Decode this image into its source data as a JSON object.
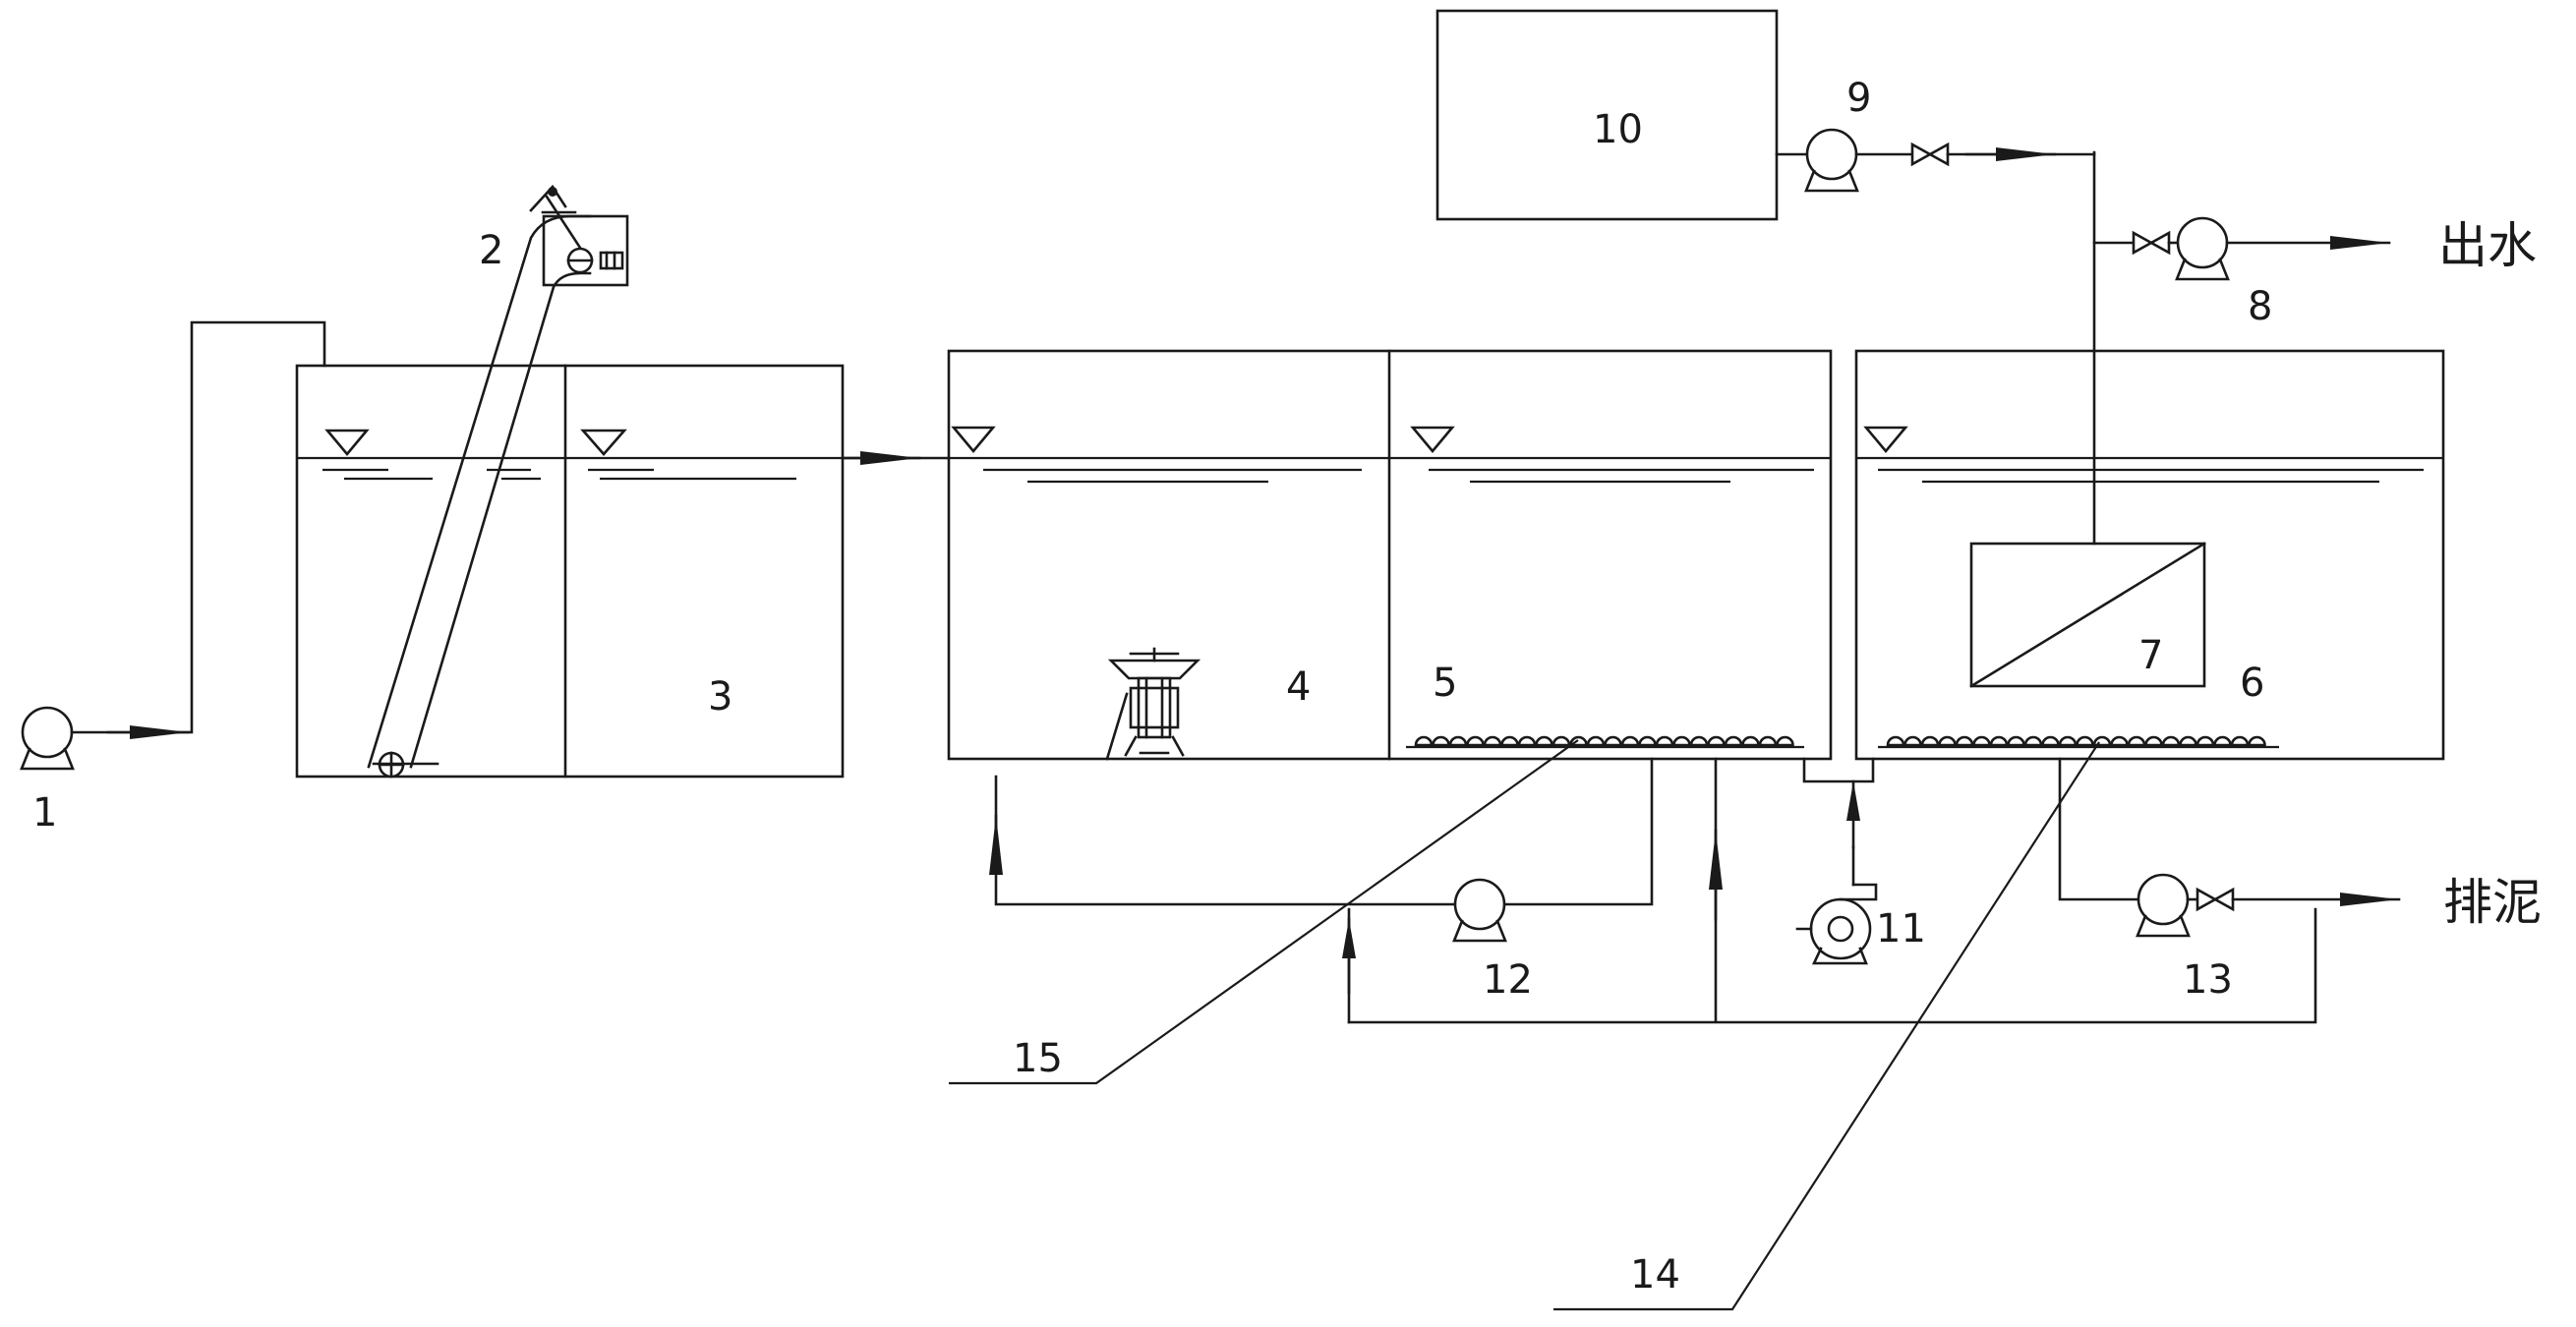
{
  "labels": {
    "l1": "1",
    "l2": "2",
    "l3": "3",
    "l4": "4",
    "l5": "5",
    "l6": "6",
    "l7": "7",
    "l8": "8",
    "l9": "9",
    "l10": "10",
    "l11": "11",
    "l12": "12",
    "l13": "13",
    "l14": "14",
    "l15": "15"
  },
  "outlets": {
    "water_out": "出水",
    "sludge_out": "排泥"
  },
  "colors": {
    "line": "#1a1a1a",
    "background": "#ffffff"
  }
}
